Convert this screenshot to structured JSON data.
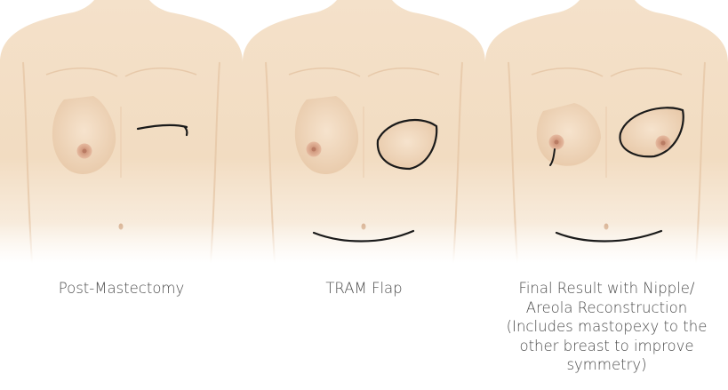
{
  "panels": [
    {
      "id": "post-mastectomy",
      "caption_lines": [
        "Post-Mastectomy"
      ]
    },
    {
      "id": "tram-flap",
      "caption_lines": [
        "TRAM Flap"
      ]
    },
    {
      "id": "final-result",
      "caption_lines": [
        "Final Result with Nipple/",
        "Areola  Reconstruction",
        "(Includes mastopexy to the",
        "other breast to improve",
        "symmetry)"
      ]
    }
  ],
  "colors": {
    "skin": "#f3dcc2",
    "skin_shadow": "#e4c3a3",
    "areola": "#d9a58a",
    "incision_line": "#1a1a1a",
    "caption_text": "#4b4b4b"
  }
}
